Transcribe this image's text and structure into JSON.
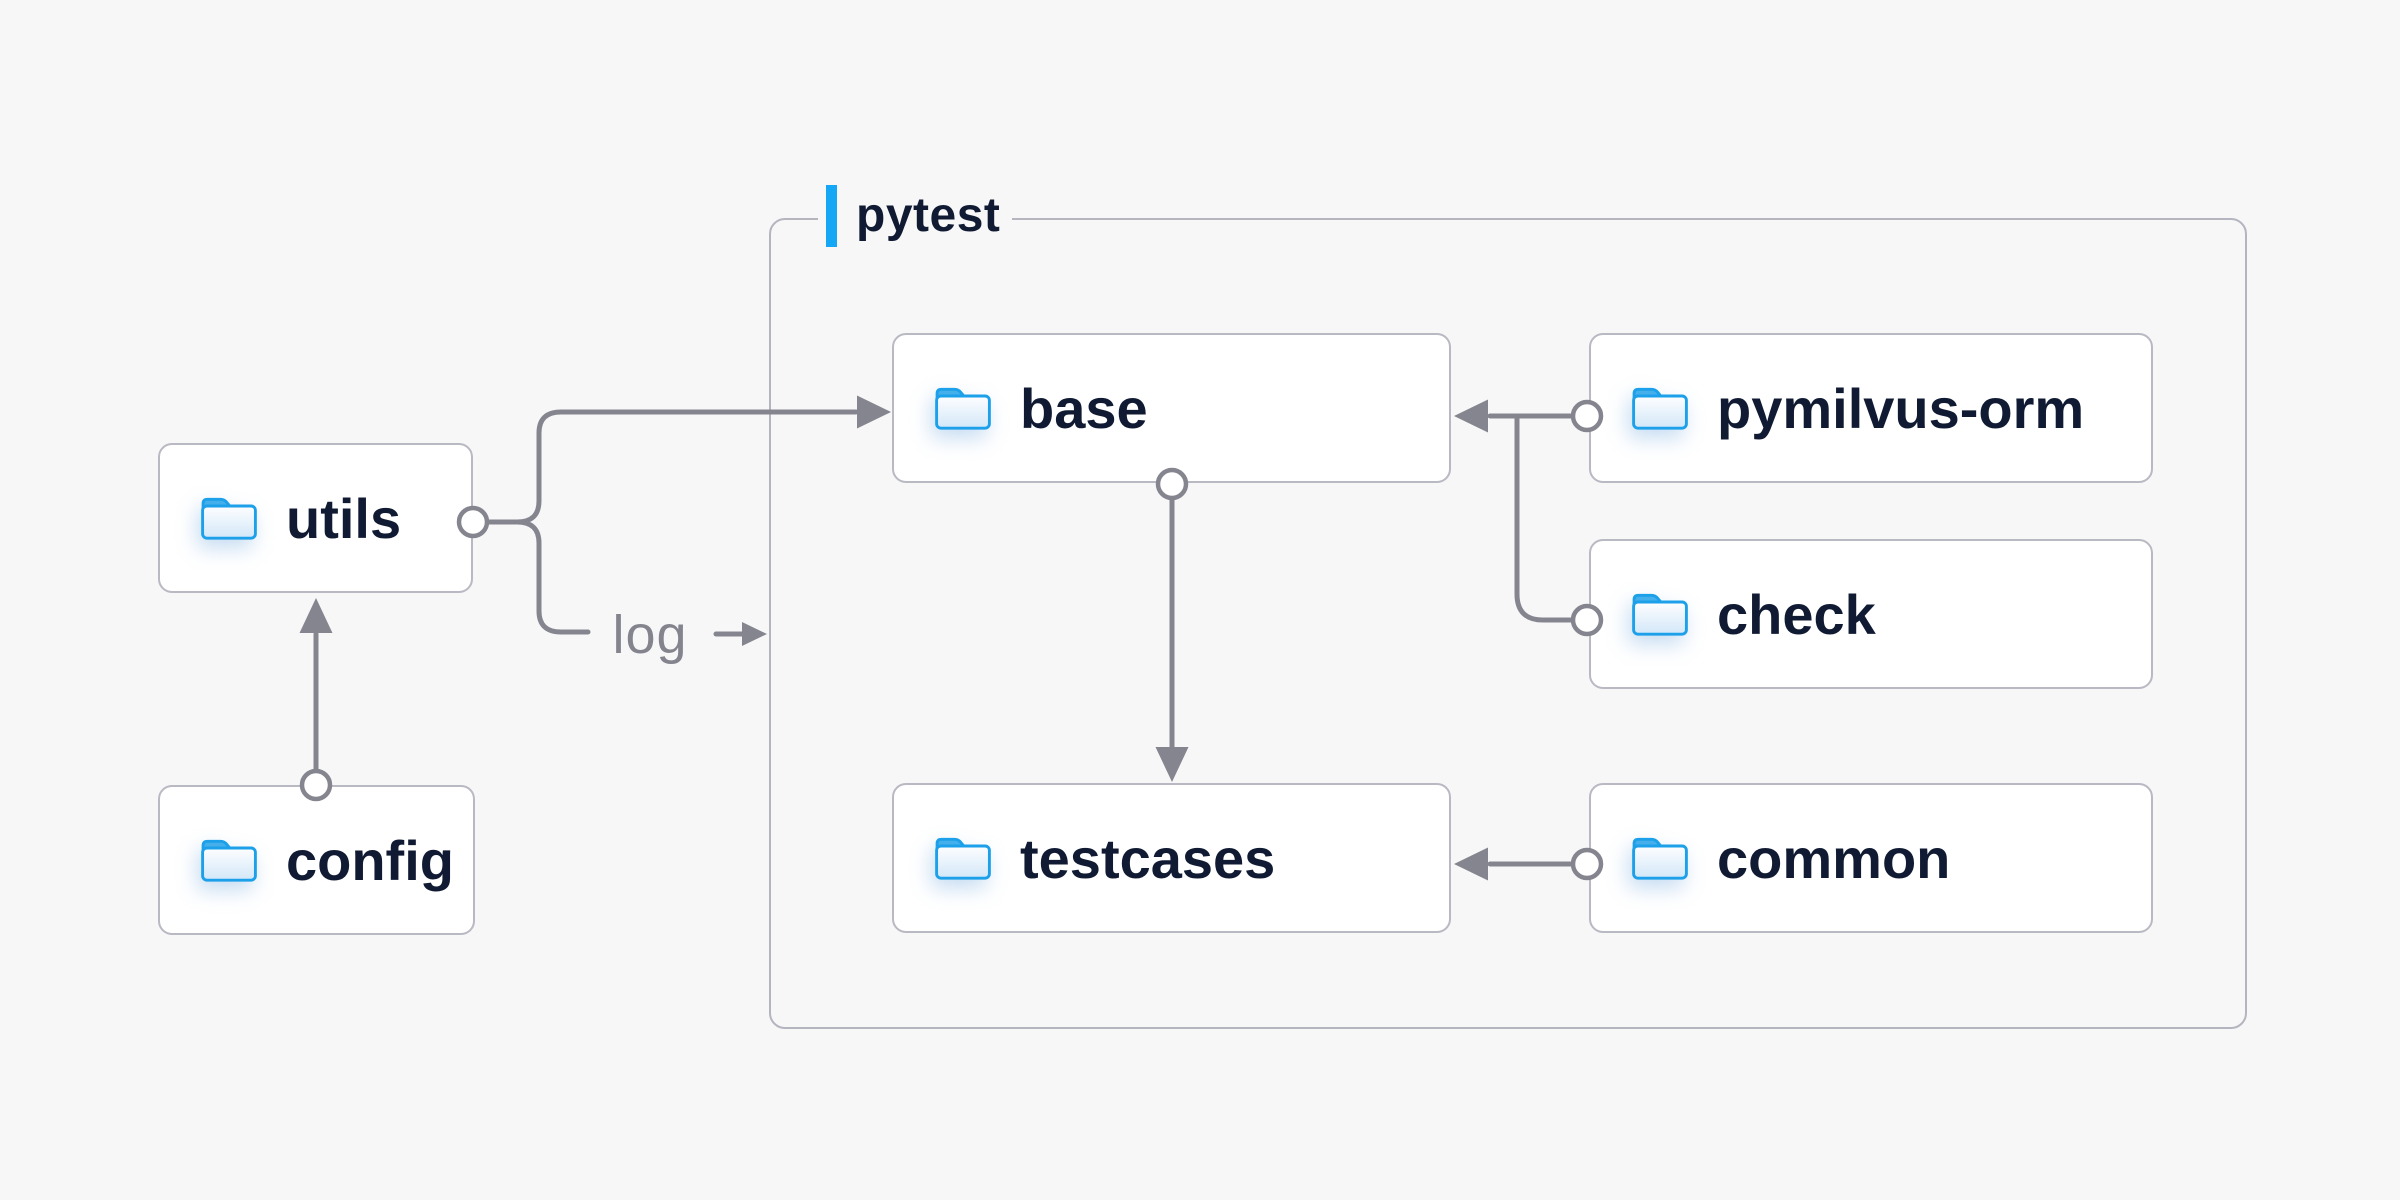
{
  "group": {
    "label": "pytest"
  },
  "nodes": [
    {
      "id": "utils",
      "label": "utils",
      "icon": "folder-icon"
    },
    {
      "id": "config",
      "label": "config",
      "icon": "folder-icon"
    },
    {
      "id": "base",
      "label": "base",
      "icon": "folder-icon"
    },
    {
      "id": "testcases",
      "label": "testcases",
      "icon": "folder-icon"
    },
    {
      "id": "pymilvus-orm",
      "label": "pymilvus-orm",
      "icon": "folder-icon"
    },
    {
      "id": "check",
      "label": "check",
      "icon": "folder-icon"
    },
    {
      "id": "common",
      "label": "common",
      "icon": "folder-icon"
    }
  ],
  "edges": [
    {
      "from": "config",
      "to": "utils",
      "style": "arrow",
      "label": ""
    },
    {
      "from": "utils",
      "to": "base",
      "style": "arrow",
      "label": ""
    },
    {
      "from": "utils",
      "to": "pytest-group",
      "style": "arrow",
      "label": "log"
    },
    {
      "from": "base",
      "to": "testcases",
      "style": "arrow",
      "label": ""
    },
    {
      "from": "pymilvus-orm",
      "to": "base",
      "style": "arrow",
      "label": ""
    },
    {
      "from": "check",
      "to": "base",
      "style": "arrow",
      "label": ""
    },
    {
      "from": "common",
      "to": "testcases",
      "style": "arrow",
      "label": ""
    }
  ],
  "colors": {
    "background": "#F7F7F8",
    "node_fill": "#FFFFFF",
    "node_border": "#B9B9C3",
    "group_border": "#B5B5C0",
    "connector": "#85858F",
    "text": "#101B33",
    "accent_blue": "#14A7F5",
    "folder_blue": "#1BA0E9",
    "log_text": "#84848E"
  }
}
